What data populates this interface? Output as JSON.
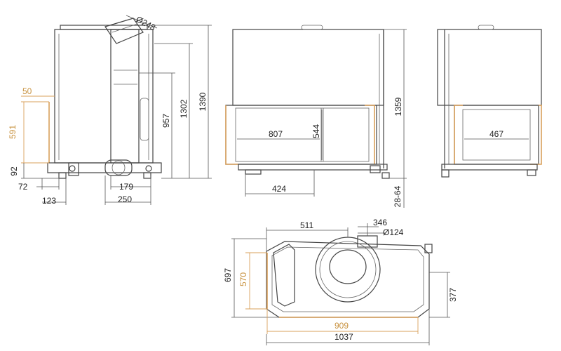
{
  "colors": {
    "line": "#444444",
    "dimension": "#555555",
    "highlight": "#d9a05b",
    "text": "#222222",
    "highlight_text": "#c8923f"
  },
  "side_view": {
    "flue_diameter": "Ø248",
    "height_total": "1390",
    "height_1302": "1302",
    "height_957": "957",
    "top_offset": "50",
    "glass_height": "591",
    "bottom_offset": "92",
    "width_72": "72",
    "width_123": "123",
    "width_179": "179",
    "width_250": "250"
  },
  "front_view": {
    "glass_width": "807",
    "glass_height": "544",
    "base_width": "424",
    "overall_height": "1359",
    "feet_range": "28-64"
  },
  "right_view": {
    "glass_width": "467"
  },
  "top_view": {
    "offset_511": "511",
    "offset_346": "346",
    "inlet_diameter": "Ø124",
    "depth_697": "697",
    "depth_570": "570",
    "depth_377": "377",
    "width_909": "909",
    "width_1037": "1037"
  }
}
